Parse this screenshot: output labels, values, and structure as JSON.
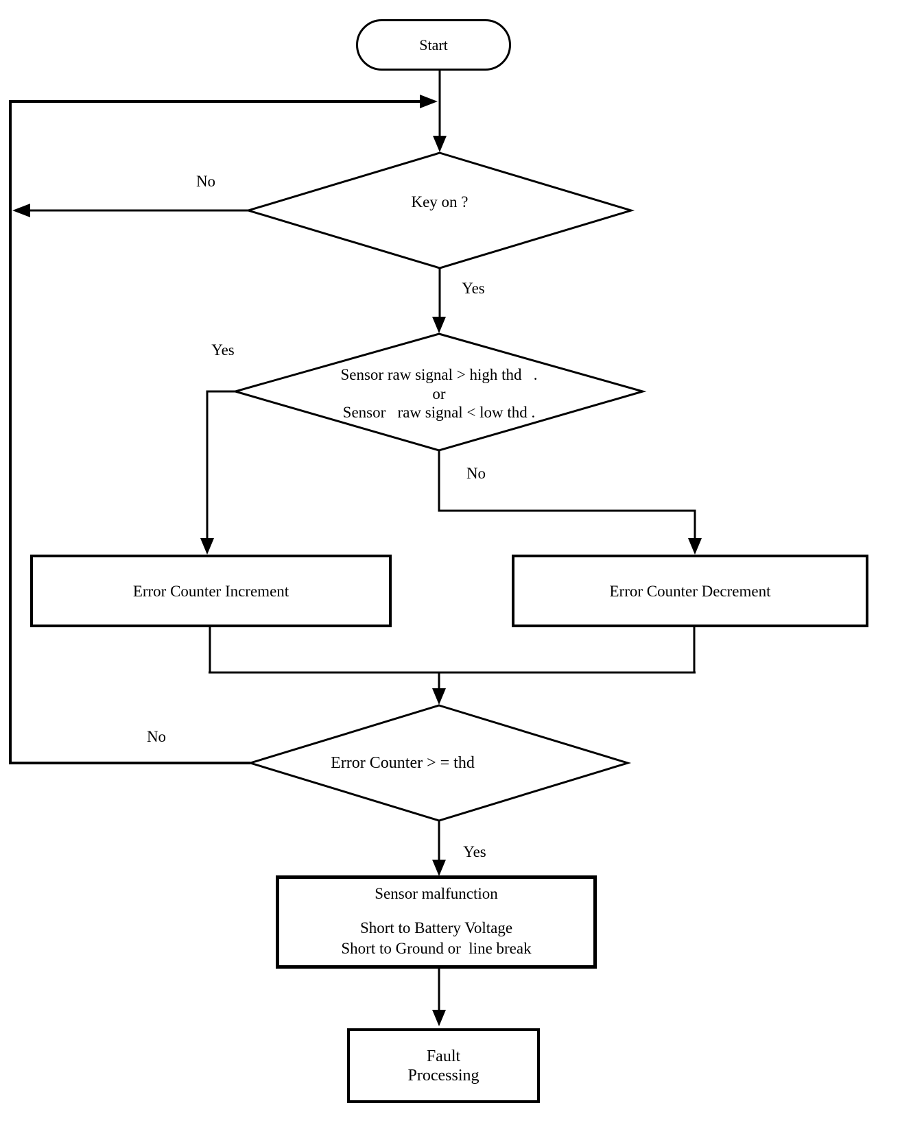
{
  "diagram": {
    "title_hint": "sensor fault detection flowchart",
    "colors": {
      "line": "#000000",
      "background": "#ffffff"
    },
    "nodes": {
      "start": {
        "label": "Start"
      },
      "key_on": {
        "label": "Key on ?"
      },
      "signal_check": {
        "line1": "Sensor raw signal > high thd   .",
        "line2": "or",
        "line3": "Sensor   raw signal < low thd ."
      },
      "error_increment": {
        "label": "Error Counter Increment"
      },
      "error_decrement": {
        "label": "Error Counter Decrement"
      },
      "counter_check": {
        "label": "Error Counter > = thd"
      },
      "malfunction": {
        "line1": "Sensor malfunction",
        "line2": "Short to Battery Voltage",
        "line3": "Short to Ground or  line break"
      },
      "fault": {
        "line1": "Fault",
        "line2": "Processing"
      }
    },
    "edge_labels": {
      "key_on_no": "No",
      "key_on_yes": "Yes",
      "signal_yes": "Yes",
      "signal_no": "No",
      "counter_no": "No",
      "counter_yes": "Yes"
    }
  }
}
